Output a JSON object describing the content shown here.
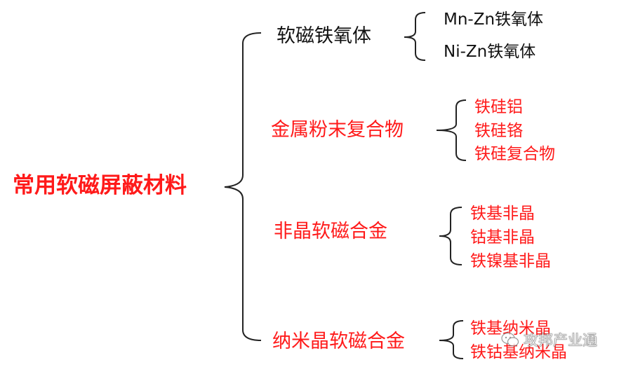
{
  "root": "常用软磁屏蔽材料",
  "categories": [
    {
      "label": "软磁铁氧体",
      "items": [
        "Mn-Zn铁氧体",
        "Ni-Zn铁氧体"
      ]
    },
    {
      "label": "金属粉末复合物",
      "items": [
        "铁硅铝",
        "铁硅铬",
        "铁硅复合物"
      ]
    },
    {
      "label": "非晶软磁合金",
      "items": [
        "铁基非晶",
        "钴基非晶",
        "铁镍基非晶"
      ]
    },
    {
      "label": "纳米晶软磁合金",
      "items": [
        "铁基纳米晶",
        "铁钴基纳米晶"
      ]
    }
  ],
  "colors": {
    "highlight": "#ff1a1a",
    "normal": "#111111",
    "line": "#222222"
  },
  "watermark": {
    "icon": "wechat-icon",
    "text": "攻邦产业通"
  }
}
